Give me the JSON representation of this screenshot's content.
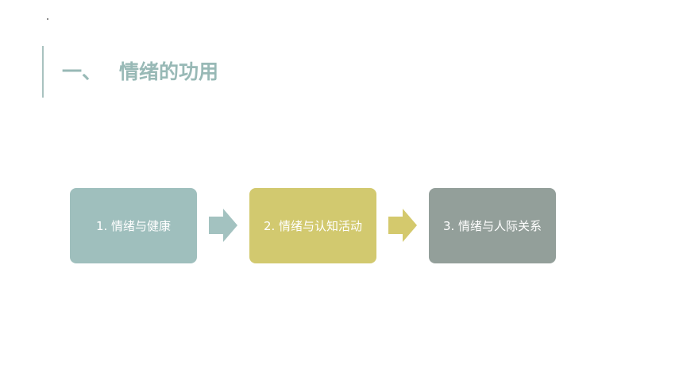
{
  "slide": {
    "title_number": "一、",
    "title_text": "情绪的功用"
  },
  "flow": {
    "steps": [
      {
        "label": "1. 情绪与健康",
        "color": "#9fbfbd"
      },
      {
        "label": "2. 情绪与认知活动",
        "color": "#d2c96f"
      },
      {
        "label": "3. 情绪与人际关系",
        "color": "#939f9a"
      }
    ],
    "arrow_colors": [
      "#a3c2c0",
      "#d4c96d"
    ]
  }
}
